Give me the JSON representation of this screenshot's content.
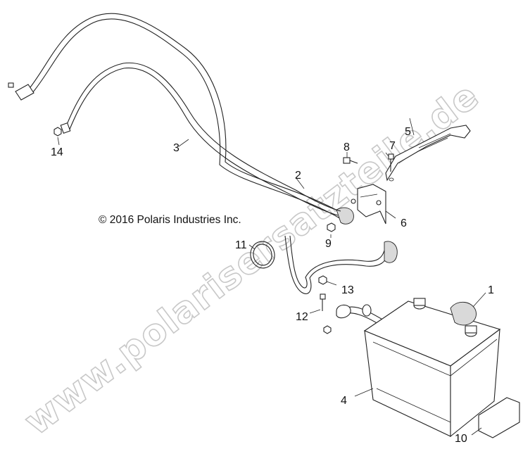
{
  "copyright": "© 2016 Polaris Industries Inc.",
  "watermark": "www.polarisersatzteile.de",
  "callouts": {
    "c1": "1",
    "c2": "2",
    "c3": "3",
    "c4": "4",
    "c5": "5",
    "c6": "6",
    "c7": "7",
    "c8": "8",
    "c9": "9",
    "c10": "10",
    "c11": "11",
    "c12": "12",
    "c13": "13",
    "c14": "14"
  }
}
